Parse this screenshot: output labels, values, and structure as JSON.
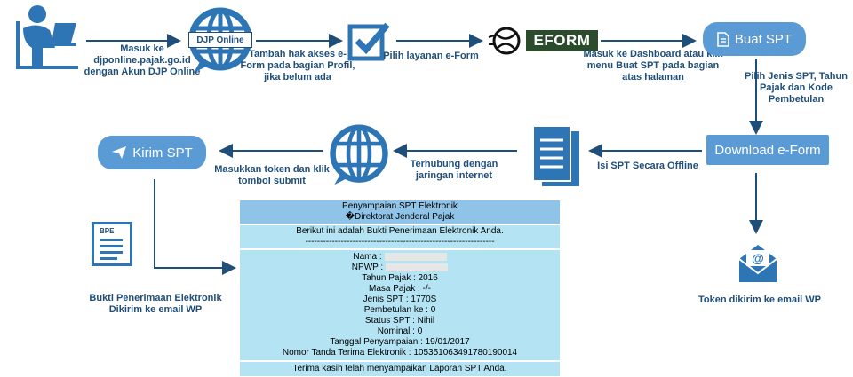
{
  "steps": {
    "login": "Masuk ke djponline.pajak.go.id dengan Akun DJP Online",
    "add_access": "Tambah hak akses e-Form pada bagian Profil, jika belum ada",
    "choose_service": "Pilih layanan e-Form",
    "dashboard": "Masuk ke Dashboard atau klik menu Buat SPT pada bagian atas halaman",
    "choose_type": "Pilih Jenis SPT, Tahun Pajak dan Kode Pembetulan",
    "fill_offline": "Isi SPT Secara Offline",
    "connected": "Terhubung dengan jaringan internet",
    "enter_token": "Masukkan token dan klik tombol submit",
    "token_sent": "Token dikirim ke email WP",
    "receipt_sent": "Bukti Penerimaan Elektronik Dikirim ke email WP"
  },
  "labels": {
    "djp_online": "DJP Online",
    "eform": "FORM",
    "eform_e": "E",
    "buat_spt": "Buat SPT",
    "download_eform": "Download e-Form",
    "kirim_spt": "Kirim SPT",
    "bpe": "BPE",
    "email_at": "@"
  },
  "receipt": {
    "title1": "Penyampaian SPT Elektronik",
    "title2": "�Direktorat Jenderal Pajak",
    "intro": "Berikut ini adalah Bukti Penerimaan Elektronik Anda.",
    "separator": "----------------------------------------------------------------",
    "nama": "Nama :",
    "npwp": "NPWP :",
    "tahun": "Tahun Pajak : 2016",
    "masa": "Masa Pajak : -/-",
    "jenis": "Jenis SPT : 1770S",
    "pembetulan": "Pembetulan ke : 0",
    "status": "Status SPT : Nihil",
    "nominal": "Nominal : 0",
    "tanggal": "Tanggal Penyampaian : 19/01/2017",
    "ntte": "Nomor Tanda Terima Elektronik : 105351063491780190014",
    "thanks": "Terima kasih telah menyampaikan Laporan SPT Anda."
  },
  "colors": {
    "icon_blue": "#2e75b6",
    "pill_blue": "#5b9bd5",
    "text_navy": "#1f4e79",
    "receipt_band": "#b4e4f4"
  }
}
